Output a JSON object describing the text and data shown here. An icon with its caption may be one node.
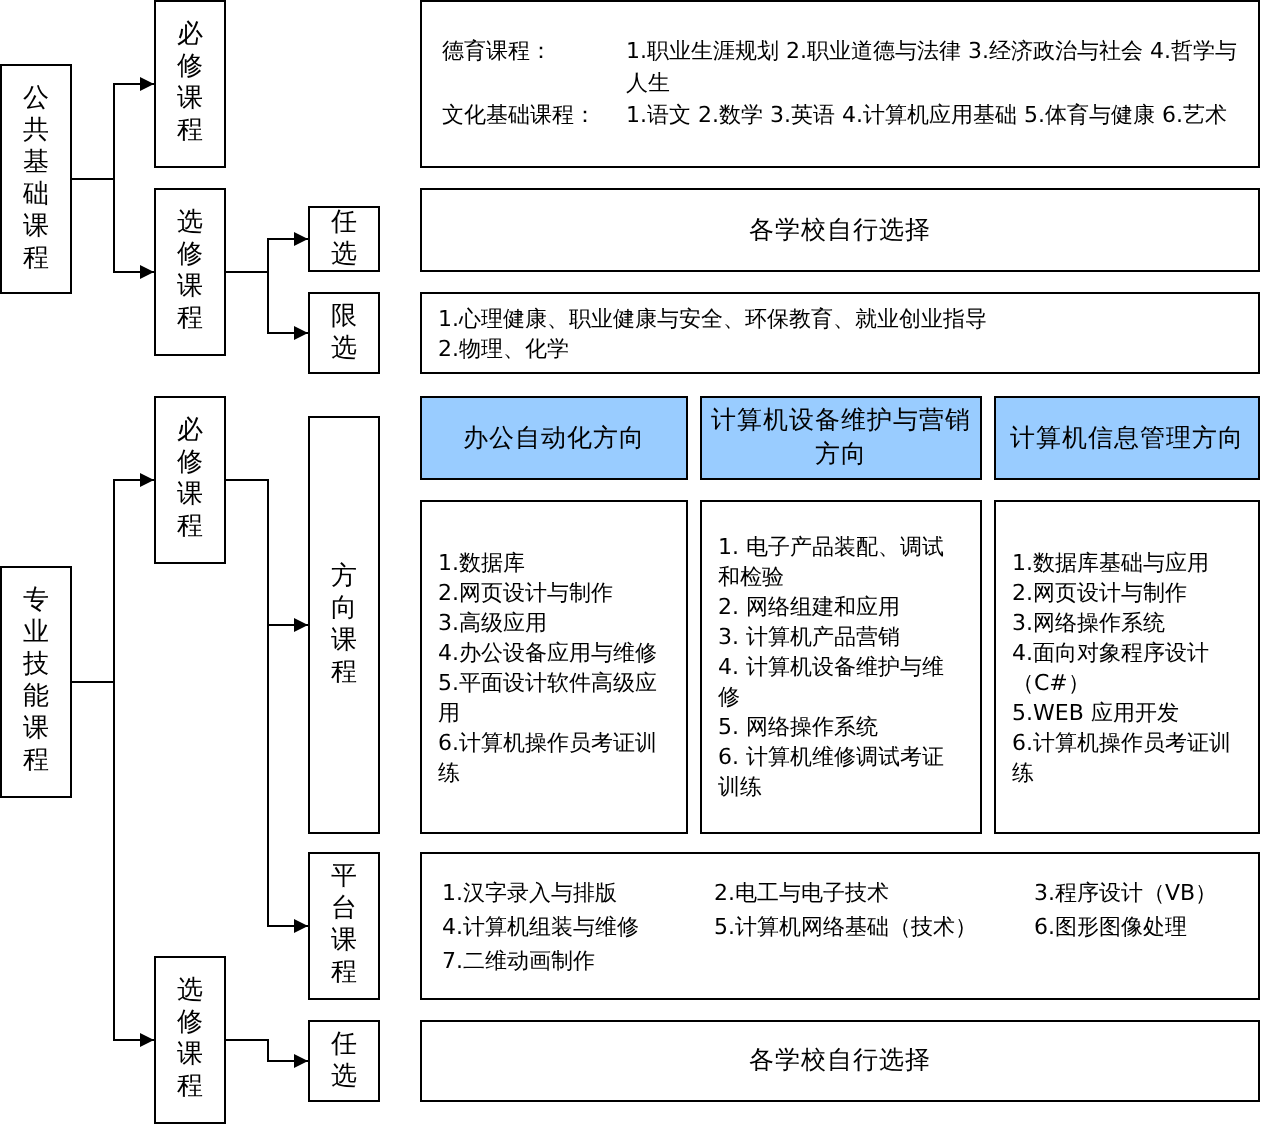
{
  "diagram": {
    "nodes": [
      {
        "text": [
          "公共基础课程"
        ]
      },
      {
        "text": [
          "必修课程"
        ]
      },
      {
        "text": [
          "德育课程：",
          "1.职业生涯规划 2.职业道德与法律 3.经济政治与社会 4.哲学与人生",
          "文化基础课程：",
          "1.语文 2.数学 3.英语 4.计算机应用基础 5.体育与健康 6.艺术"
        ]
      },
      {
        "text": [
          "选修课程"
        ]
      },
      {
        "text": [
          "任选"
        ]
      },
      {
        "text": [
          "各学校自行选择"
        ]
      },
      {
        "text": [
          "限选"
        ]
      },
      {
        "text": [
          "1.心理健康、职业健康与安全、环保教育、就业创业指导",
          "2.物理、化学"
        ]
      },
      {
        "text": [
          "专业技能课程"
        ]
      },
      {
        "text": [
          "必修课程"
        ]
      },
      {
        "text": [
          "方向课程"
        ]
      },
      {
        "text": [
          "办公自动化方向"
        ]
      },
      {
        "text": [
          "计算机设备维护与营销方向"
        ]
      },
      {
        "text": [
          "计算机信息管理方向"
        ]
      },
      {
        "text": [
          "1.数据库",
          "2.网页设计与制作",
          "3.高级应用",
          "4.办公设备应用与维修",
          "5.平面设计软件高级应用",
          "6.计算机操作员考证训练"
        ]
      },
      {
        "text": [
          "1. 电子产品装配、调试和检验",
          "2. 网络组建和应用",
          "3. 计算机产品营销",
          "4. 计算机设备维护与维修",
          "5. 网络操作系统",
          "6. 计算机维修调试考证训练"
        ]
      },
      {
        "text": [
          "1.数据库基础与应用",
          "2.网页设计与制作",
          "3.网络操作系统",
          "4.面向对象程序设计（C#）",
          "5.WEB 应用开发",
          "6.计算机操作员考证训练"
        ]
      },
      {
        "text": [
          "平台课程"
        ]
      },
      {
        "text": [
          "1.汉字录入与排版",
          "2.电工与电子技术",
          "3.程序设计（VB）",
          "4.计算机组装与维修",
          "5.计算机网络基础（技术）",
          "6.图形图像处理",
          "7.二维动画制作"
        ]
      },
      {
        "text": [
          "选修课程"
        ]
      },
      {
        "text": [
          "任选"
        ]
      },
      {
        "text": [
          "各学校自行选择"
        ]
      }
    ],
    "edges": [
      {
        "from": 0,
        "to": 1,
        "arrow": "to"
      },
      {
        "from": 0,
        "to": 3,
        "arrow": "to"
      },
      {
        "from": 3,
        "to": 4,
        "arrow": "to"
      },
      {
        "from": 3,
        "to": 6,
        "arrow": "to"
      },
      {
        "from": 8,
        "to": 9,
        "arrow": "to"
      },
      {
        "from": 8,
        "to": 19,
        "arrow": "to"
      },
      {
        "from": 9,
        "to": 10,
        "arrow": "to"
      },
      {
        "from": 9,
        "to": 17,
        "arrow": "to"
      },
      {
        "from": 19,
        "to": 20,
        "arrow": "to"
      }
    ]
  }
}
